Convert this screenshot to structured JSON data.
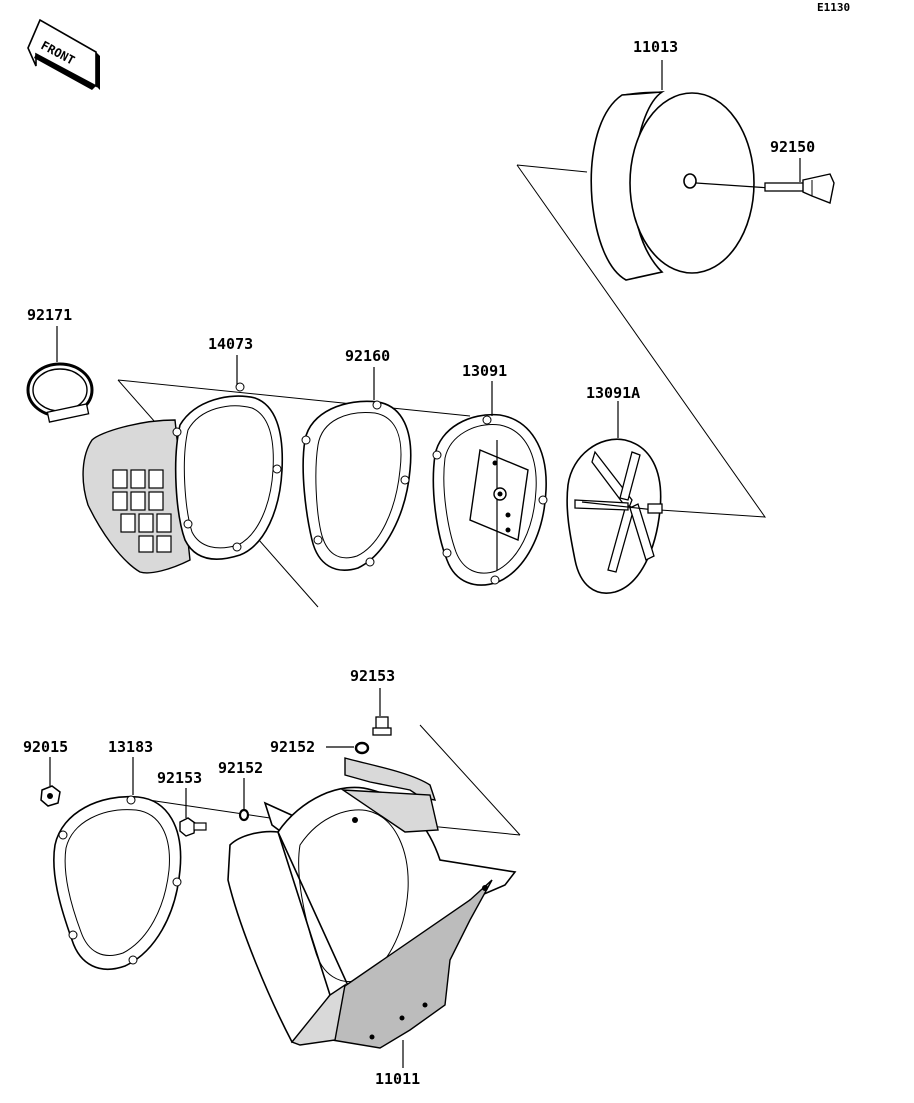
{
  "diagram_code": "E1130",
  "front_label": "FRONT",
  "parts": [
    {
      "id": "p11013",
      "number": "11013"
    },
    {
      "id": "p92150",
      "number": "92150"
    },
    {
      "id": "p92171",
      "number": "92171"
    },
    {
      "id": "p14073",
      "number": "14073"
    },
    {
      "id": "p92160",
      "number": "92160"
    },
    {
      "id": "p13091",
      "number": "13091"
    },
    {
      "id": "p13091A",
      "number": "13091A"
    },
    {
      "id": "p92153a",
      "number": "92153"
    },
    {
      "id": "p92152a",
      "number": "92152"
    },
    {
      "id": "p92015",
      "number": "92015"
    },
    {
      "id": "p13183",
      "number": "13183"
    },
    {
      "id": "p92153b",
      "number": "92153"
    },
    {
      "id": "p92152b",
      "number": "92152"
    },
    {
      "id": "p11011",
      "number": "11011"
    }
  ]
}
